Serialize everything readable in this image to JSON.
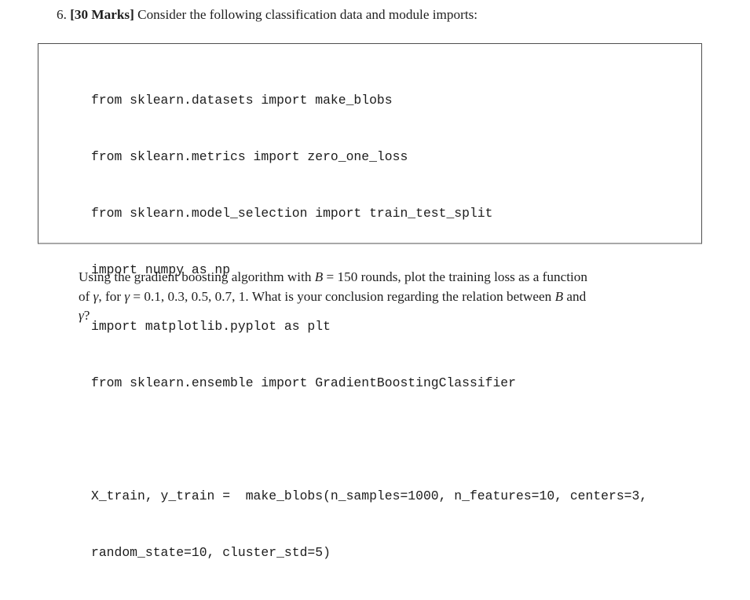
{
  "question_header": {
    "number": "6.",
    "marks": "[30 Marks]",
    "intro": "Consider the following classification data and module imports:"
  },
  "code_block": {
    "lines": [
      "from sklearn.datasets import make_blobs",
      "from sklearn.metrics import zero_one_loss",
      "from sklearn.model_selection import train_test_split",
      "import numpy as np",
      "import matplotlib.pyplot as plt",
      "from sklearn.ensemble import GradientBoostingClassifier",
      "",
      "X_train, y_train =  make_blobs(n_samples=1000, n_features=10, centers=3,",
      "random_state=10, cluster_std=5)"
    ]
  },
  "question_body": {
    "line1": {
      "seg0": "Using the gradient boosting algorithm with ",
      "seg1": "B",
      "seg2": " = 150 rounds, plot the training loss as a function"
    },
    "line2": {
      "seg0": "of ",
      "seg1": "γ",
      "seg2": ", for ",
      "seg3": "γ",
      "seg4": " = 0.1, 0.3, 0.5, 0.7, 1. What is your conclusion regarding the relation between ",
      "seg5": "B",
      "seg6": " and"
    },
    "line3": {
      "seg0": "γ",
      "seg1": "?"
    }
  },
  "colors": {
    "text": "#1f1f1f",
    "box_border": "#4f4f4f",
    "box_border_bottom": "#a8a8a8",
    "background": "#ffffff"
  }
}
